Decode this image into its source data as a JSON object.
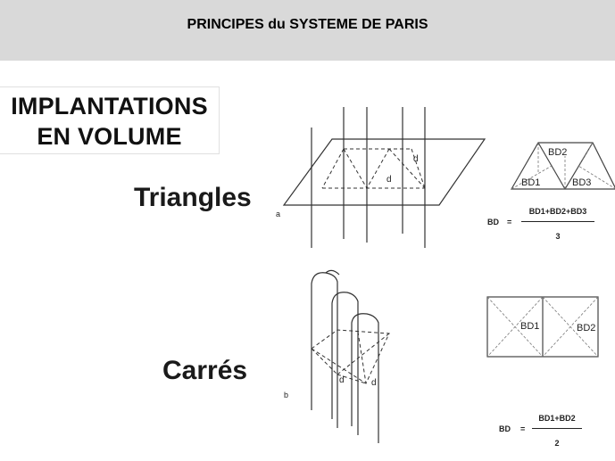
{
  "header": {
    "title": "PRINCIPES du SYSTEME DE PARIS"
  },
  "box": {
    "line1": "IMPLANTATIONS",
    "line2": "EN VOLUME"
  },
  "triangles": {
    "label": "Triangles",
    "fig_letter": "a",
    "d_label_1": "d",
    "d_label_2": "d",
    "tri_labels": [
      "BD2",
      "BD1",
      "BD3"
    ],
    "formula_lhs": "BD",
    "formula_eq": "=",
    "formula_num": "BD1+BD2+BD3",
    "formula_den": "3"
  },
  "carres": {
    "label": "Carrés",
    "fig_letter": "b",
    "d_label_1": "d",
    "d_label_2": "d",
    "sq_labels": [
      "BD1",
      "BD2"
    ],
    "formula_lhs": "BD",
    "formula_eq": "=",
    "formula_num": "BD1+BD2",
    "formula_den": "2"
  }
}
